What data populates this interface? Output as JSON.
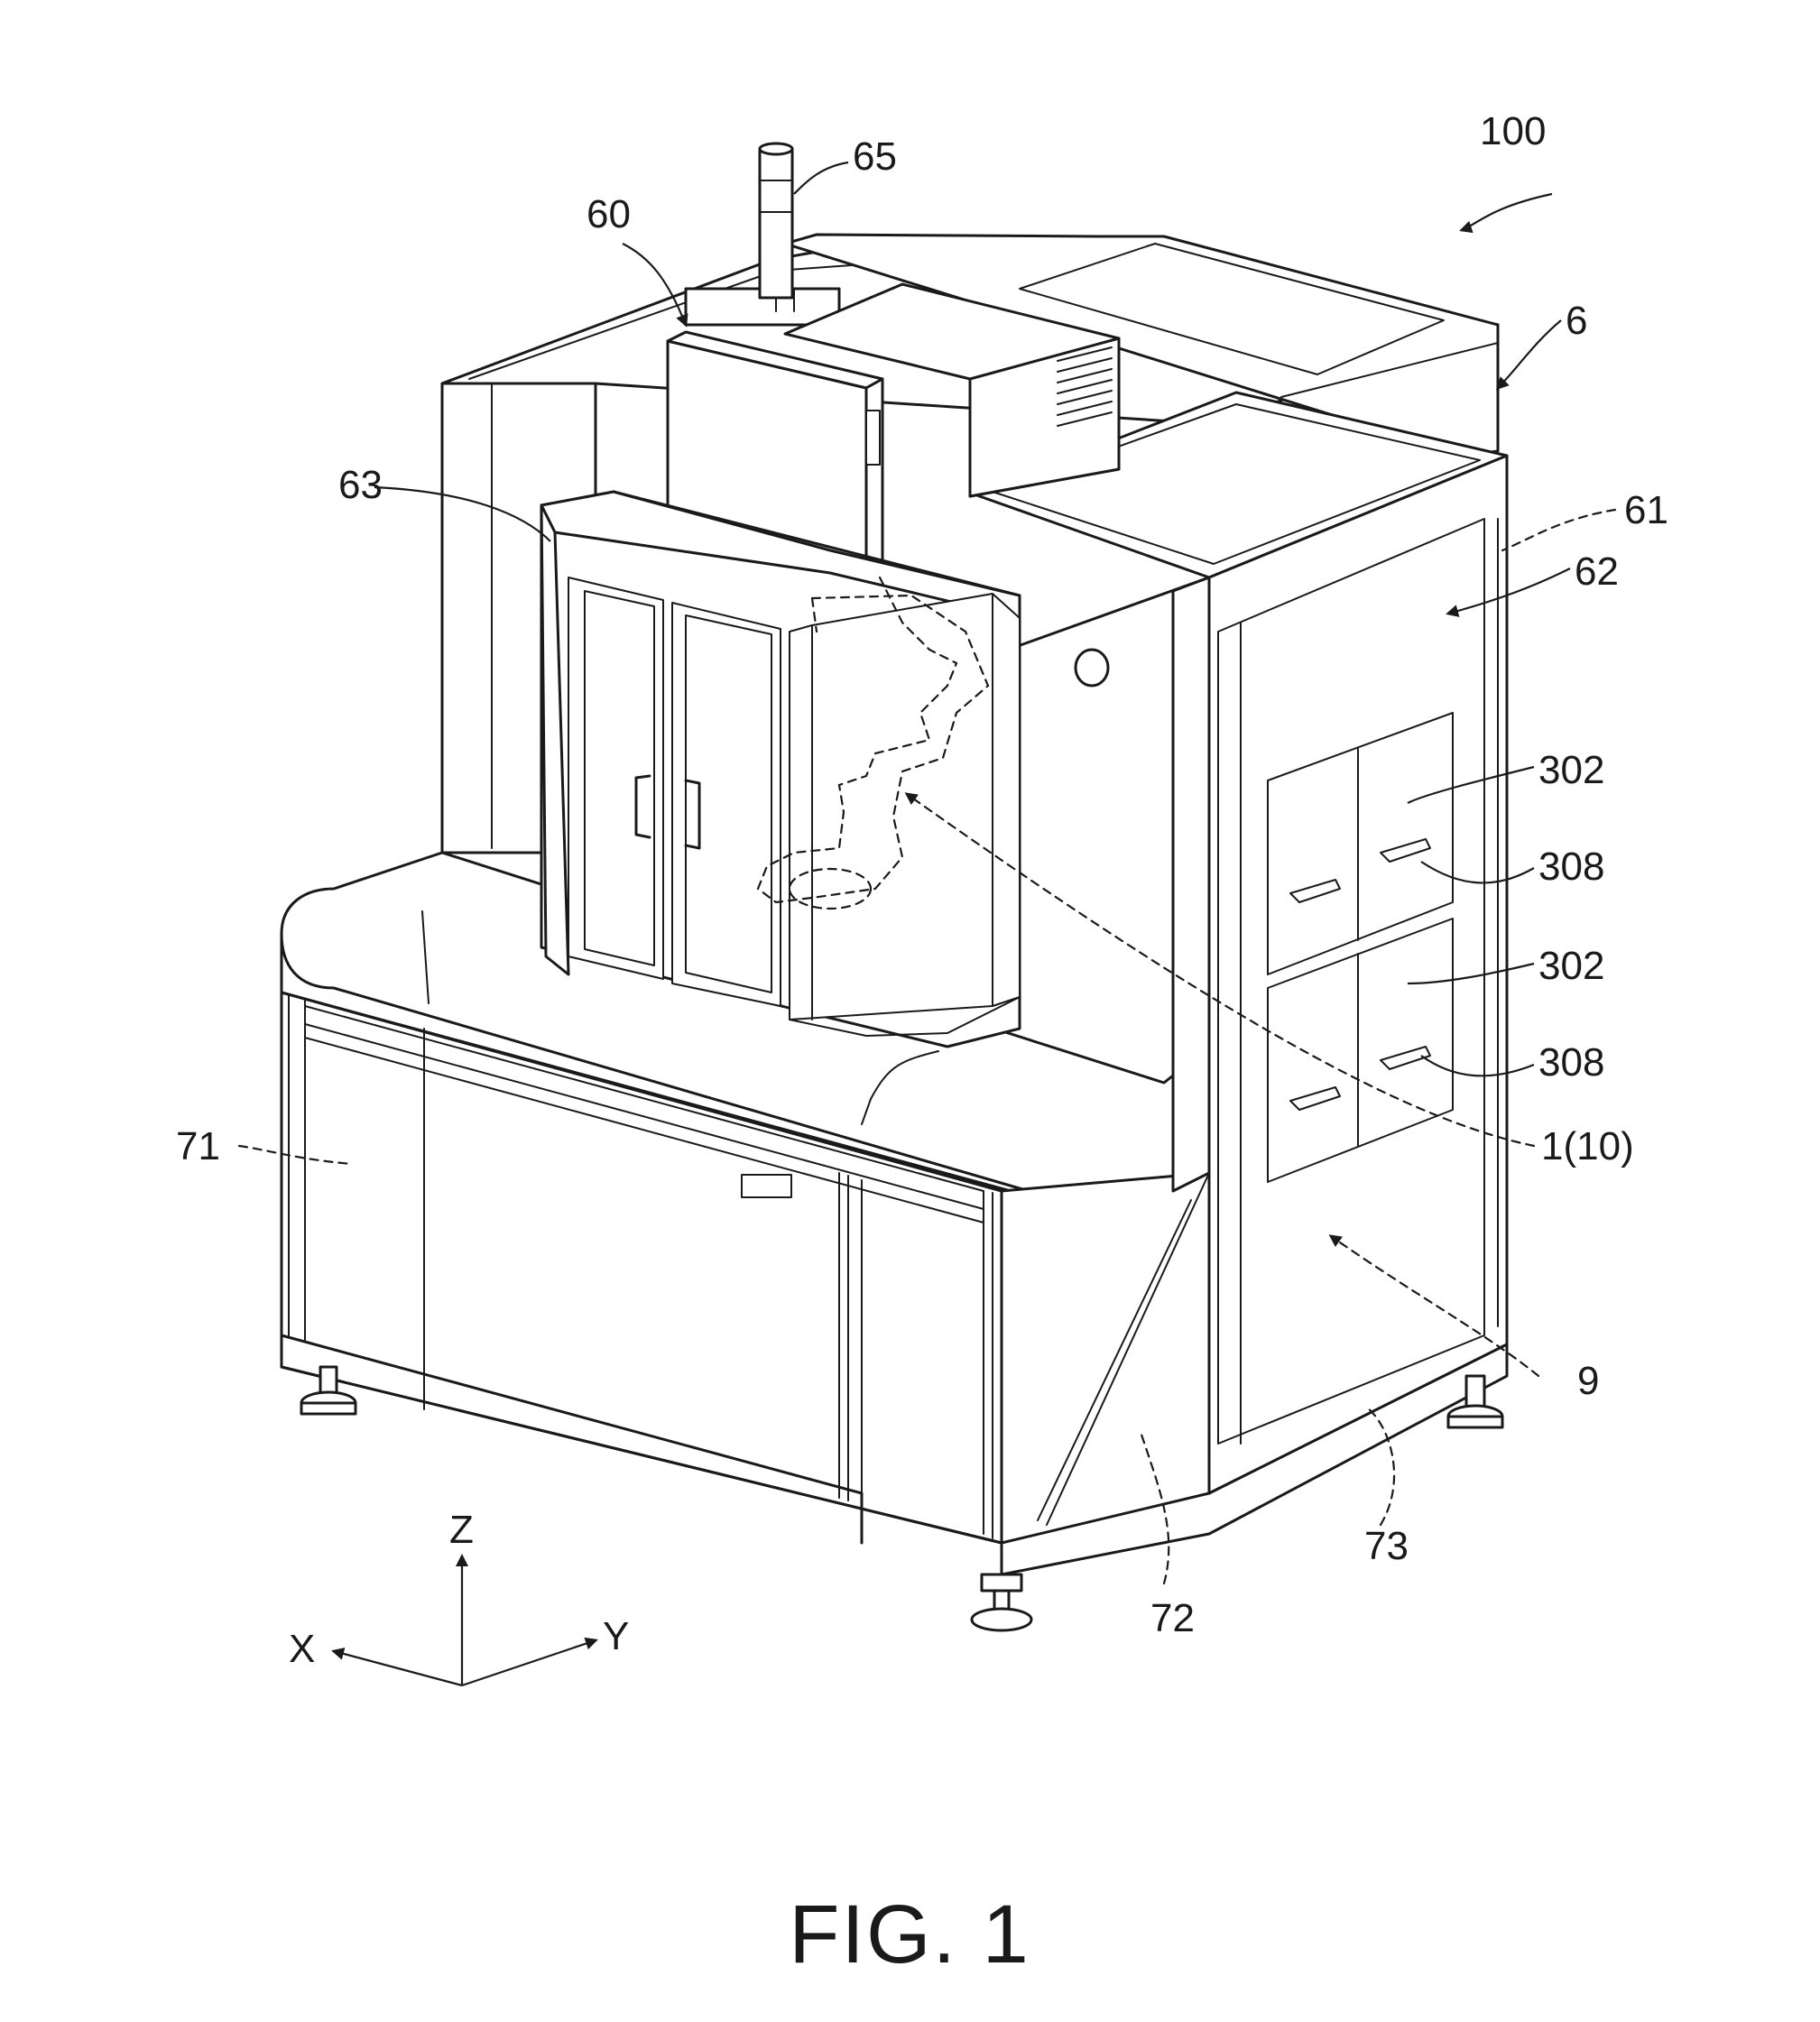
{
  "figure": {
    "caption": "FIG. 1"
  },
  "labels": {
    "l100": "100",
    "l6": "6",
    "l65": "65",
    "l60": "60",
    "l63": "63",
    "l61": "61",
    "l62": "62",
    "l302a": "302",
    "l308a": "308",
    "l302b": "302",
    "l308b": "308",
    "l1_10": "1(10)",
    "l9": "9",
    "l71": "71",
    "l72": "72",
    "l73": "73"
  },
  "axes": {
    "x": "X",
    "y": "Y",
    "z": "Z"
  }
}
